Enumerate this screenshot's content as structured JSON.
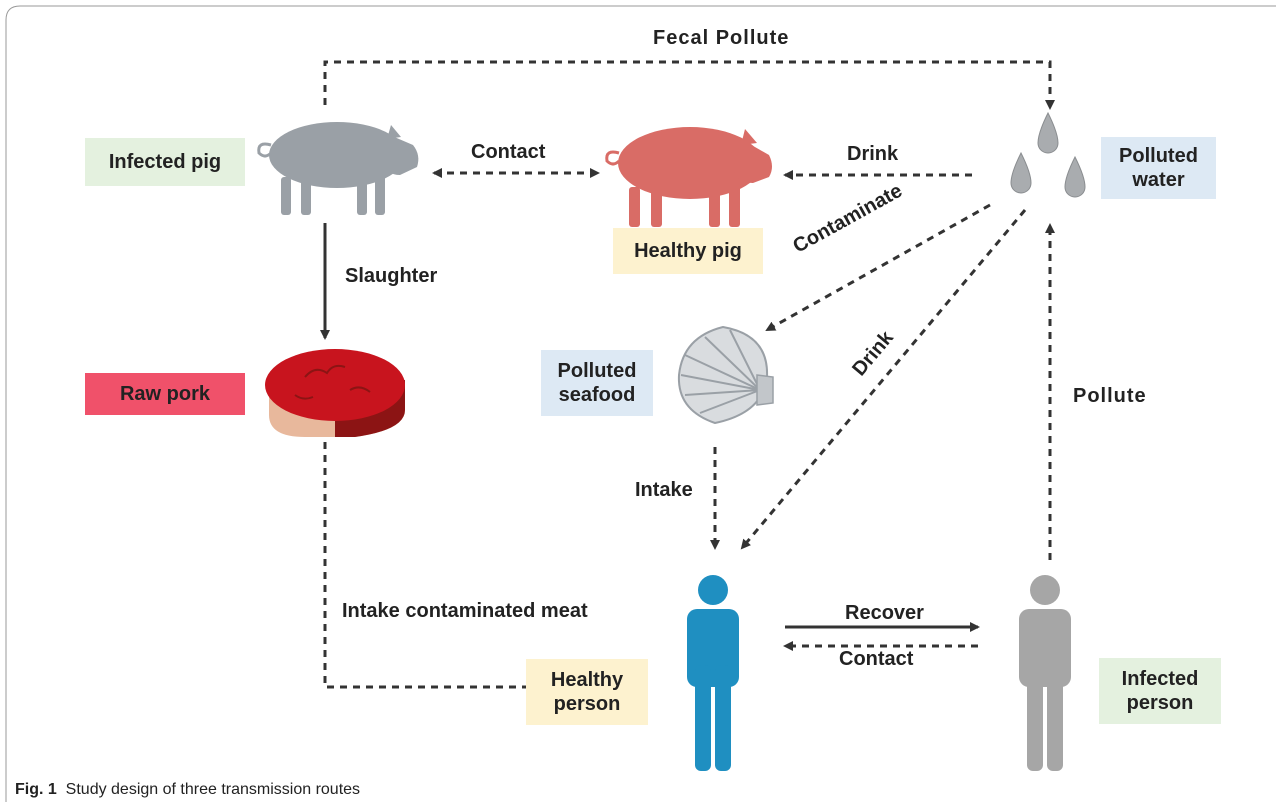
{
  "nodes": {
    "infected_pig": "Infected pig",
    "healthy_pig": "Healthy pig",
    "polluted_water": "Polluted water",
    "raw_pork": "Raw pork",
    "polluted_seafood": "Polluted seafood",
    "healthy_person": "Healthy person",
    "infected_person": "Infected person"
  },
  "edges": {
    "fecal_pollute": "Fecal Pollute",
    "contact_pigs": "Contact",
    "drink_pig": "Drink",
    "slaughter": "Slaughter",
    "contaminate": "Contaminate",
    "drink_person": "Drink",
    "pollute": "Pollute",
    "intake_seafood": "Intake",
    "intake_meat": "Intake contaminated meat",
    "recover": "Recover",
    "contact_persons": "Contact"
  },
  "colors": {
    "green_box": "#e4f1df",
    "yellow_box": "#fdf2cf",
    "blue_box": "#dde9f4",
    "red_box": "#f0516a",
    "pig_gray": "#9aa0a6",
    "pig_pink": "#d96c66",
    "person_blue": "#1f8fc1",
    "person_gray": "#a6a6a6",
    "arrow": "#333333"
  },
  "caption": {
    "label": "Fig. 1",
    "text": "Study design of three transmission routes"
  }
}
